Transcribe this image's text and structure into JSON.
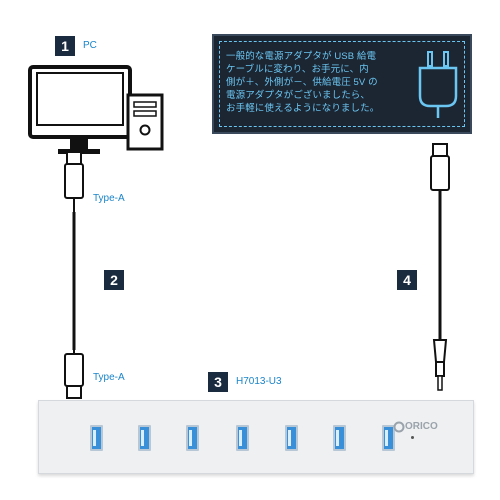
{
  "steps": {
    "one": "1",
    "two": "2",
    "three": "3",
    "four": "4"
  },
  "labels": {
    "pc": "PC",
    "type_a_top": "Type-A",
    "type_a_bottom": "Type-A",
    "model": "H7013-U3"
  },
  "notice": {
    "text": "一般的な電源アダプタが USB 給電\nケーブルに変わり、お手元に、内\n側が＋、外側が－、供給電圧 5V の\n電源アダプタがございましたら、\nお手軽に使えるようになりました。"
  },
  "hub": {
    "brand": "ORICO",
    "port_count": 7
  },
  "colors": {
    "accent": "#1a84c9",
    "badge": "#1a2a3f",
    "notice_bg": "#1c2633",
    "notice_text": "#6bc6f2",
    "usb3_port": "#3a8fd9"
  }
}
